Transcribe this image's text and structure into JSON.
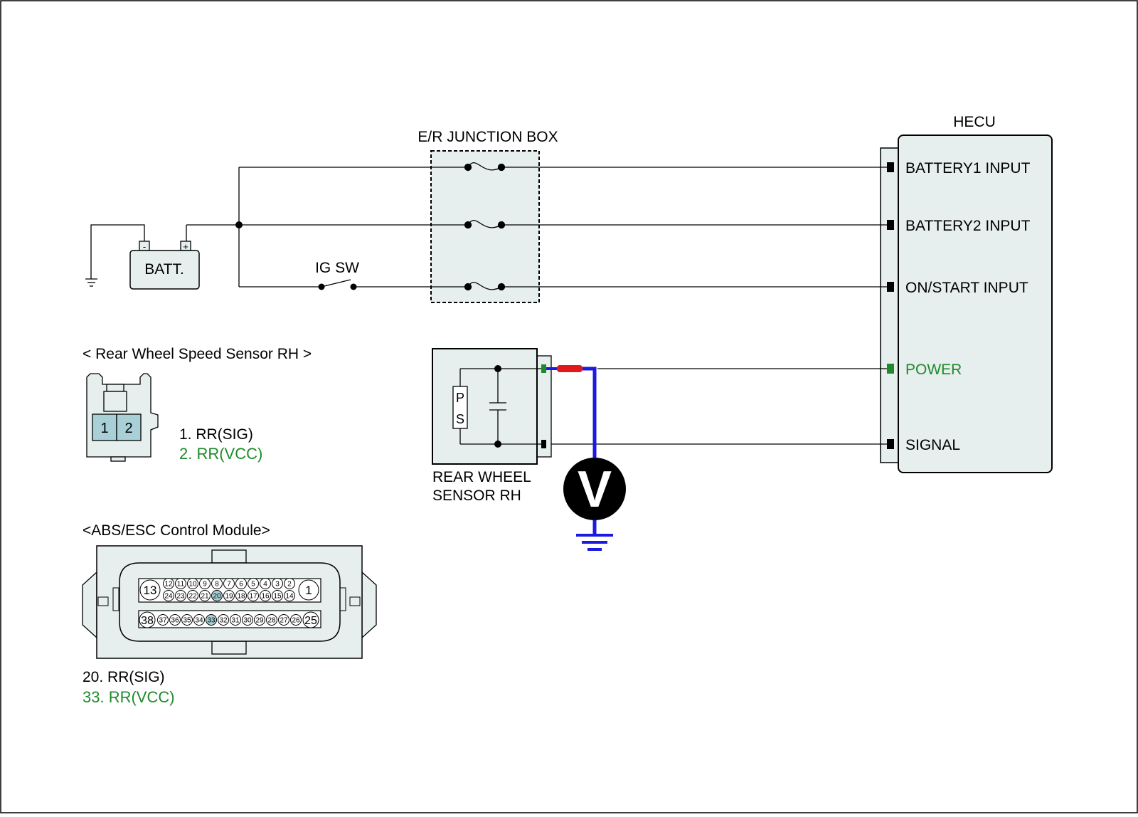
{
  "diagram": {
    "hecu": {
      "title": "HECU",
      "pins": {
        "battery1": "BATTERY1 INPUT",
        "battery2": "BATTERY2 INPUT",
        "on_start": "ON/START INPUT",
        "power": "POWER",
        "signal": "SIGNAL"
      }
    },
    "junction_box": {
      "title": "E/R JUNCTION BOX"
    },
    "battery": {
      "label": "BATT.",
      "neg_symbol": "-",
      "pos_symbol": "+"
    },
    "ig_switch": {
      "label": "IG SW"
    },
    "sensor": {
      "label_line1": "REAR WHEEL",
      "label_line2": "SENSOR RH",
      "p_letter": "P",
      "s_letter": "S"
    },
    "voltmeter": {
      "symbol": "V"
    },
    "sensor_connector": {
      "title": "< Rear Wheel Speed Sensor RH >",
      "pin_numbers": [
        "1",
        "2"
      ],
      "pins": [
        "1. RR(SIG)",
        "2. RR(VCC)"
      ]
    },
    "module_connector": {
      "title": "<ABS/ESC Control Module>",
      "row1": [
        "12",
        "11",
        "10",
        "9",
        "8",
        "7",
        "6",
        "5",
        "4",
        "3",
        "2"
      ],
      "row2": [
        "24",
        "23",
        "22",
        "21",
        "20",
        "19",
        "18",
        "17",
        "16",
        "15",
        "14"
      ],
      "row3": [
        "37",
        "36",
        "35",
        "34",
        "33",
        "32",
        "31",
        "30",
        "29",
        "28",
        "27",
        "26"
      ],
      "big_pins": {
        "left_top": "13",
        "right_top": "1",
        "left_bottom": "38",
        "right_bottom": "25"
      },
      "highlighted": [
        "20",
        "33"
      ],
      "pins": [
        "20. RR(SIG)",
        "33. RR(VCC)"
      ]
    }
  },
  "colors": {
    "vcc_green": "#1e8a2a",
    "probe_blue": "#1a1ae0",
    "probe_red": "#e01a1a",
    "box_fill": "#e6eeee",
    "pin_highlight": "#a8d0d6"
  }
}
